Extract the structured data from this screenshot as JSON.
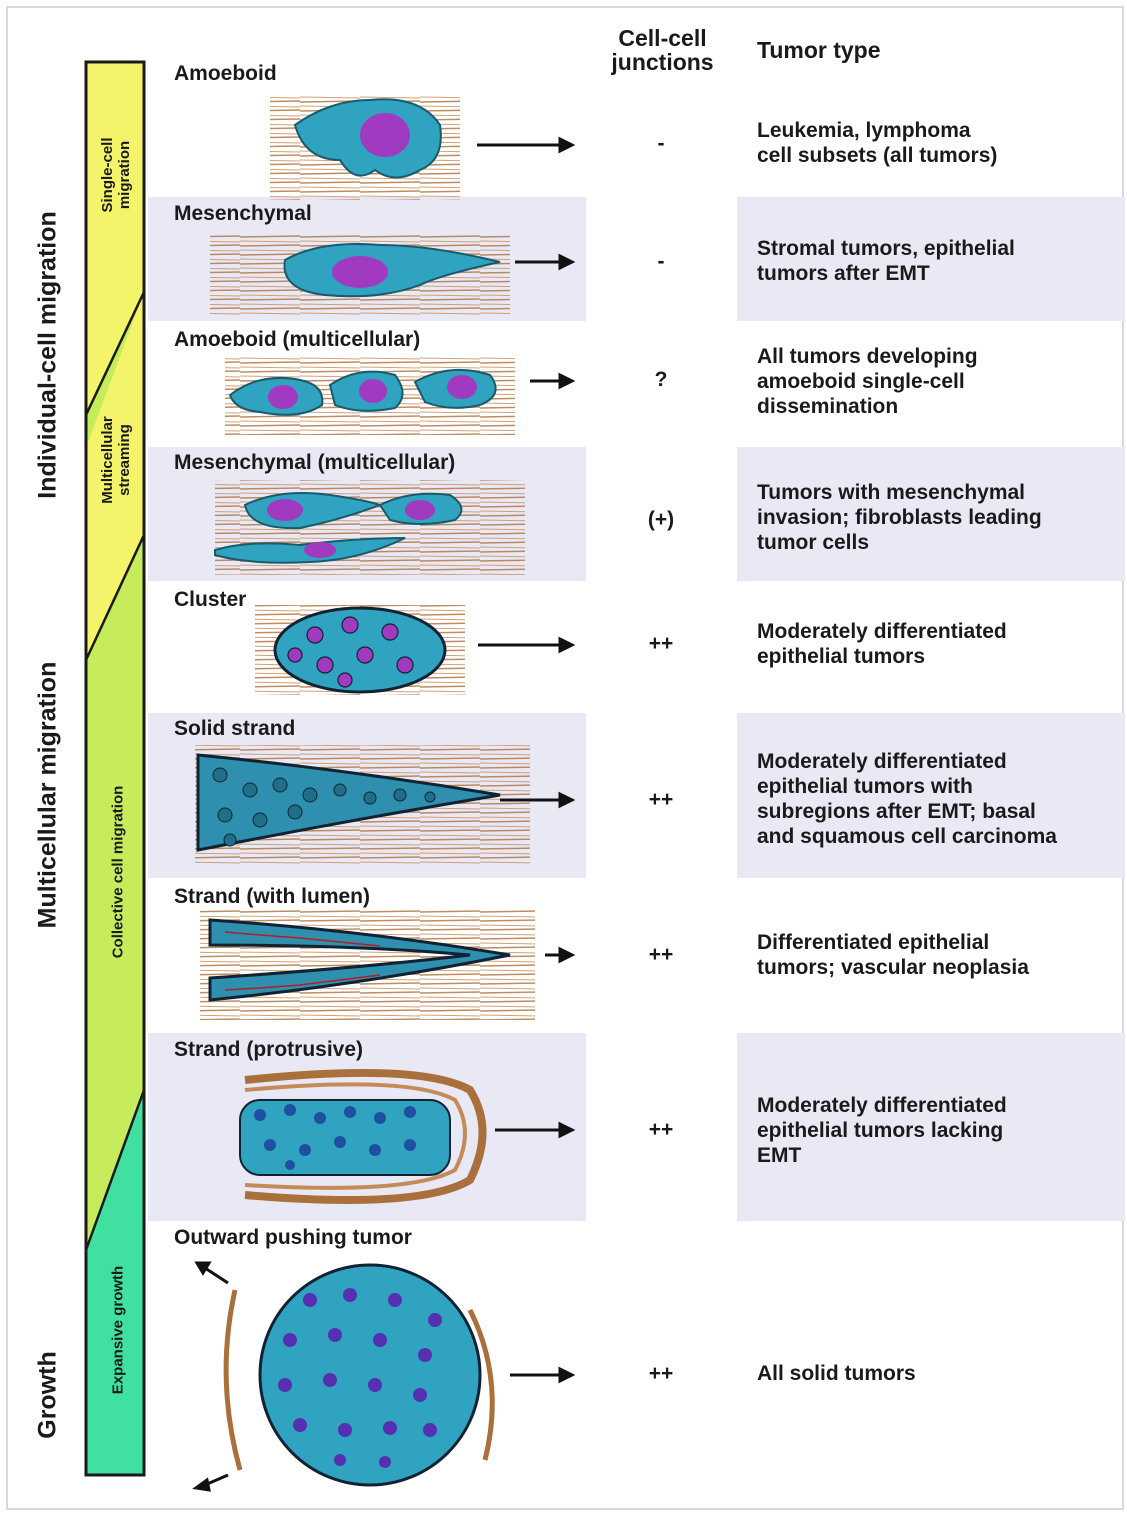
{
  "headers": {
    "junctions": "Cell-cell\njunctions",
    "tumor_type": "Tumor type"
  },
  "side_labels": {
    "individual": "Individual-cell migration",
    "multicellular": "Multicellular migration",
    "growth": "Growth"
  },
  "band_labels": {
    "single_cell": "Single-cell\nmigration",
    "streaming": "Multicellular\nstreaming",
    "collective": "Collective cell migration",
    "expansive": "Expansive growth"
  },
  "colors": {
    "yellow": "#f4f46a",
    "light_green": "#c6ec5c",
    "teal_green": "#3fe0a0",
    "cell": "#2fa3c0",
    "nucleus": "#a03ac0",
    "fiber": "#b0703a",
    "row_shade": "#e9e9f6"
  },
  "rows": [
    {
      "label": "Amoeboid",
      "junctions": "-",
      "tumor": "Leukemia, lymphoma\ncell subsets (all tumors)"
    },
    {
      "label": "Mesenchymal",
      "junctions": "-",
      "tumor": "Stromal tumors, epithelial\ntumors after EMT"
    },
    {
      "label": "Amoeboid (multicellular)",
      "junctions": "?",
      "tumor": "All tumors developing\namoeboid single-cell\ndissemination"
    },
    {
      "label": "Mesenchymal (multicellular)",
      "junctions": "(+)",
      "tumor": "Tumors with mesenchymal\ninvasion; fibroblasts leading\ntumor cells"
    },
    {
      "label": "Cluster",
      "junctions": "++",
      "tumor": "Moderately differentiated\nepithelial tumors"
    },
    {
      "label": "Solid strand",
      "junctions": "++",
      "tumor": "Moderately differentiated\nepithelial tumors with\nsubregions after EMT; basal\nand squamous cell carcinoma"
    },
    {
      "label": "Strand (with lumen)",
      "junctions": "++",
      "tumor": "Differentiated epithelial\ntumors; vascular neoplasia"
    },
    {
      "label": "Strand (protrusive)",
      "junctions": "++",
      "tumor": "Moderately differentiated\nepithelial tumors lacking\nEMT"
    },
    {
      "label": "Outward pushing tumor",
      "junctions": "++",
      "tumor": "All solid tumors"
    }
  ]
}
